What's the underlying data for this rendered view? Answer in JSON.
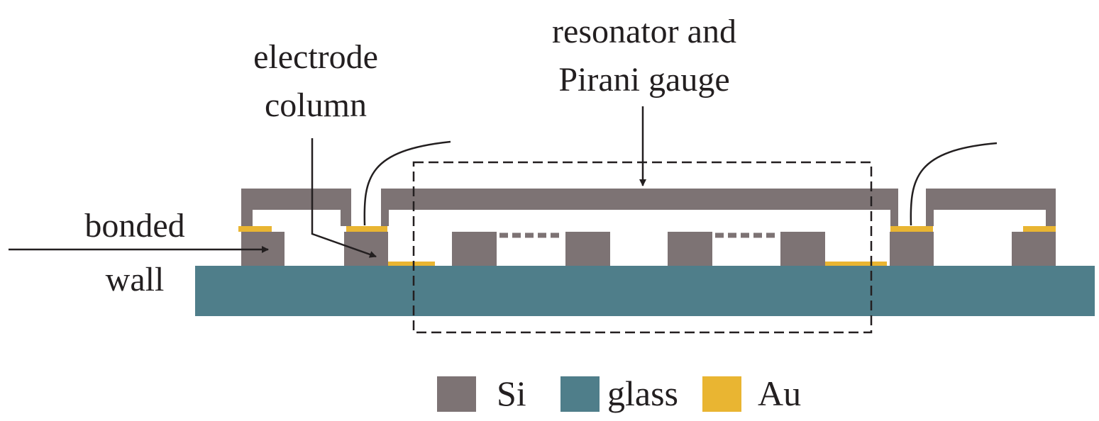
{
  "colors": {
    "si": "#7d7374",
    "glass": "#4f7e8a",
    "au": "#e9b532",
    "line": "#231f20"
  },
  "labels": {
    "resonator_line1": "resonator and",
    "resonator_line2": "Pirani gauge",
    "electrode_line1": "electrode",
    "electrode_line2": "column",
    "bonded_line1": "bonded",
    "bonded_line2": "wall"
  },
  "legend": [
    {
      "key": "si",
      "label": "Si"
    },
    {
      "key": "glass",
      "label": "glass"
    },
    {
      "key": "au",
      "label": "Au"
    }
  ]
}
